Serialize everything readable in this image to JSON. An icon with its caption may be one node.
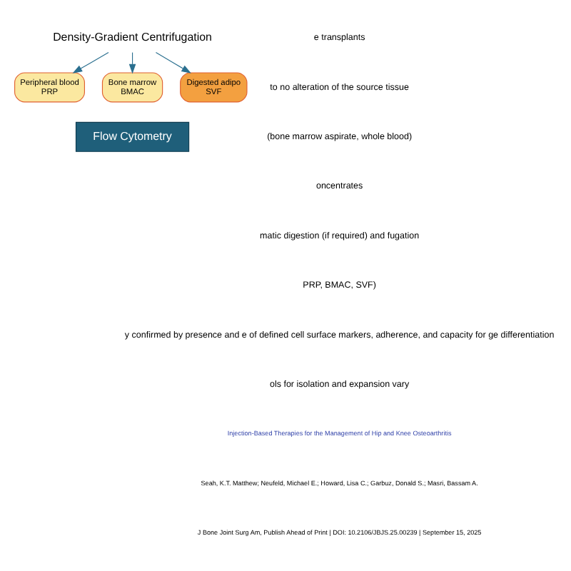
{
  "diagram": {
    "nodes": [
      {
        "text": [
          "Density-Gradient Centrifugation"
        ]
      },
      {
        "text": [
          "Peripheral blood",
          "PRP"
        ]
      },
      {
        "text": [
          "Bone marrow",
          "BMAC"
        ]
      },
      {
        "text": [
          "Digested adipo",
          "SVF"
        ]
      },
      {
        "text": [
          "Flow Cytometry"
        ]
      }
    ],
    "edges": [
      {
        "from": 0,
        "to": 1,
        "arrow": "to"
      },
      {
        "from": 0,
        "to": 2,
        "arrow": "to"
      },
      {
        "from": 0,
        "to": 3,
        "arrow": "to"
      }
    ],
    "labels": [
      "e transplants",
      "to no alteration of the source tissue",
      "(bone marrow aspirate, whole blood)",
      "oncentrates",
      "matic digestion (if required) and fugation",
      "PRP, BMAC, SVF)",
      "y confirmed by presence and e of defined cell surface markers, adherence, and capacity for ge differentiation",
      "ols for isolation and expansion vary",
      "Injection-Based Therapies for the Management of Hip and Knee Osteoarthritis",
      "Seah, K.T. Matthew; Neufeld, Michael E.; Howard, Lisa C.; Garbuz, Donald S.; Masri, Bassam A.",
      "J Bone Joint Surg Am, Publish Ahead of Print | DOI: 10.2106/JBJS.25.00239 | September 15, 2025"
    ]
  }
}
